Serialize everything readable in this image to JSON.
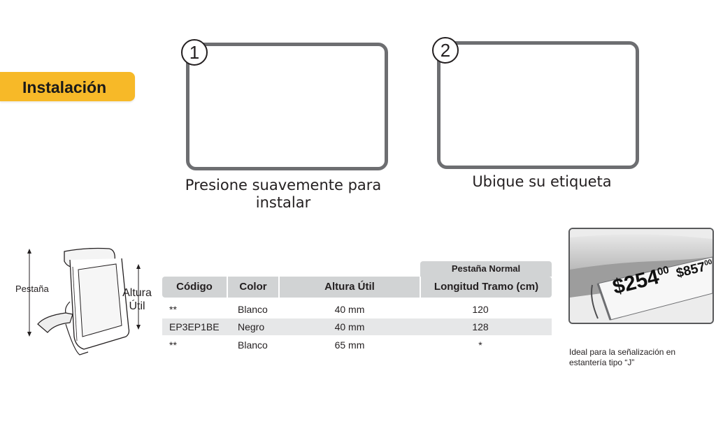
{
  "section": {
    "title": "Instalación"
  },
  "steps": [
    {
      "number": "1",
      "caption_line1": "Presione suavemente para",
      "caption_line2": "instalar"
    },
    {
      "number": "2",
      "caption_line1": "Ubique su etiqueta"
    }
  ],
  "product": {
    "pestana_label": "Pestaña",
    "altura_label_line1": "Altura",
    "altura_label_line2": "Útil"
  },
  "table": {
    "group_header": "Pestaña Normal",
    "columns": [
      "Código",
      "Color",
      "Altura Útil",
      "Longitud Tramo (cm)"
    ],
    "rows": [
      {
        "codigo": "**",
        "color": "Blanco",
        "altura": "40 mm",
        "longitud": "120"
      },
      {
        "codigo": "EP3EP1BE",
        "color": "Negro",
        "altura": "40 mm",
        "longitud": "128"
      },
      {
        "codigo": "**",
        "color": "Blanco",
        "altura": "65 mm",
        "longitud": "*"
      }
    ]
  },
  "photo": {
    "price1": "$254",
    "price1_cents": "00",
    "price2": "$857",
    "price2_cents": "00",
    "caption_line1": "Ideal para la señalización en",
    "caption_line2": "estantería tipo “J”"
  },
  "colors": {
    "badge": "#f7b928",
    "frame": "#6d6e71",
    "table_header": "#d1d3d4",
    "row_alt": "#e6e7e8"
  }
}
